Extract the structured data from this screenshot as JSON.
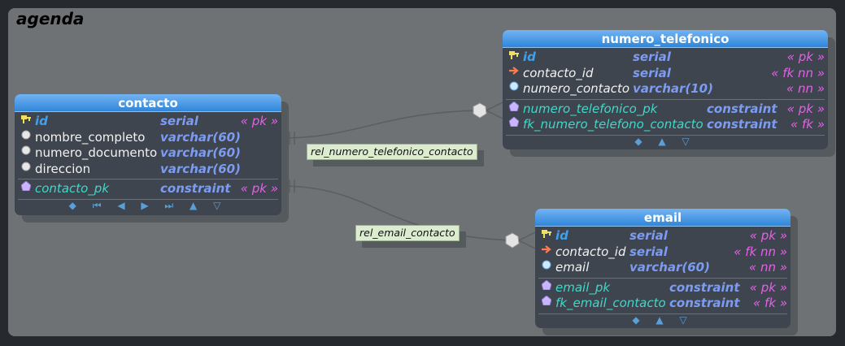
{
  "schema": {
    "name": "agenda"
  },
  "tables": {
    "contacto": {
      "name": "contacto",
      "columns": [
        {
          "name": "id",
          "type": "serial",
          "alias": "« pk »"
        },
        {
          "name": "nombre_completo",
          "type": "varchar(60)",
          "alias": ""
        },
        {
          "name": "numero_documento",
          "type": "varchar(60)",
          "alias": ""
        },
        {
          "name": "direccion",
          "type": "varchar(60)",
          "alias": ""
        }
      ],
      "constraints": [
        {
          "name": "contacto_pk",
          "type": "constraint",
          "alias": "« pk »"
        }
      ],
      "footer": "◆ ⏮ ◀ ▶ ⏭ ▲ ▽"
    },
    "numero_telefonico": {
      "name": "numero_telefonico",
      "columns": [
        {
          "name": "id",
          "type": "serial",
          "alias": "« pk »"
        },
        {
          "name": "contacto_id",
          "type": "serial",
          "alias": "« fk nn »"
        },
        {
          "name": "numero_contacto",
          "type": "varchar(10)",
          "alias": "« nn »"
        }
      ],
      "constraints": [
        {
          "name": "numero_telefonico_pk",
          "type": "constraint",
          "alias": "« pk »"
        },
        {
          "name": "fk_numero_telefono_contacto",
          "type": "constraint",
          "alias": "« fk »"
        }
      ],
      "footer": "◆ ▲ ▽"
    },
    "email": {
      "name": "email",
      "columns": [
        {
          "name": "id",
          "type": "serial",
          "alias": "« pk »"
        },
        {
          "name": "contacto_id",
          "type": "serial",
          "alias": "« fk nn »"
        },
        {
          "name": "email",
          "type": "varchar(60)",
          "alias": "« nn »"
        }
      ],
      "constraints": [
        {
          "name": "email_pk",
          "type": "constraint",
          "alias": "« pk »"
        },
        {
          "name": "fk_email_contacto",
          "type": "constraint",
          "alias": "« fk »"
        }
      ],
      "footer": "◆ ▲ ▽"
    }
  },
  "relationships": {
    "rel_telefono": "rel_numero_telefonico_contacto",
    "rel_email": "rel_email_contacto"
  },
  "colors": {
    "canvas": "#6f7274",
    "table_body": "#3f454e",
    "header": "#2f86d9",
    "pk_name": "#3fa0ee",
    "type": "#7b9cf2",
    "alias": "#e361e8",
    "constraint": "#41d7c9",
    "label_bg": "#dbeccf"
  }
}
